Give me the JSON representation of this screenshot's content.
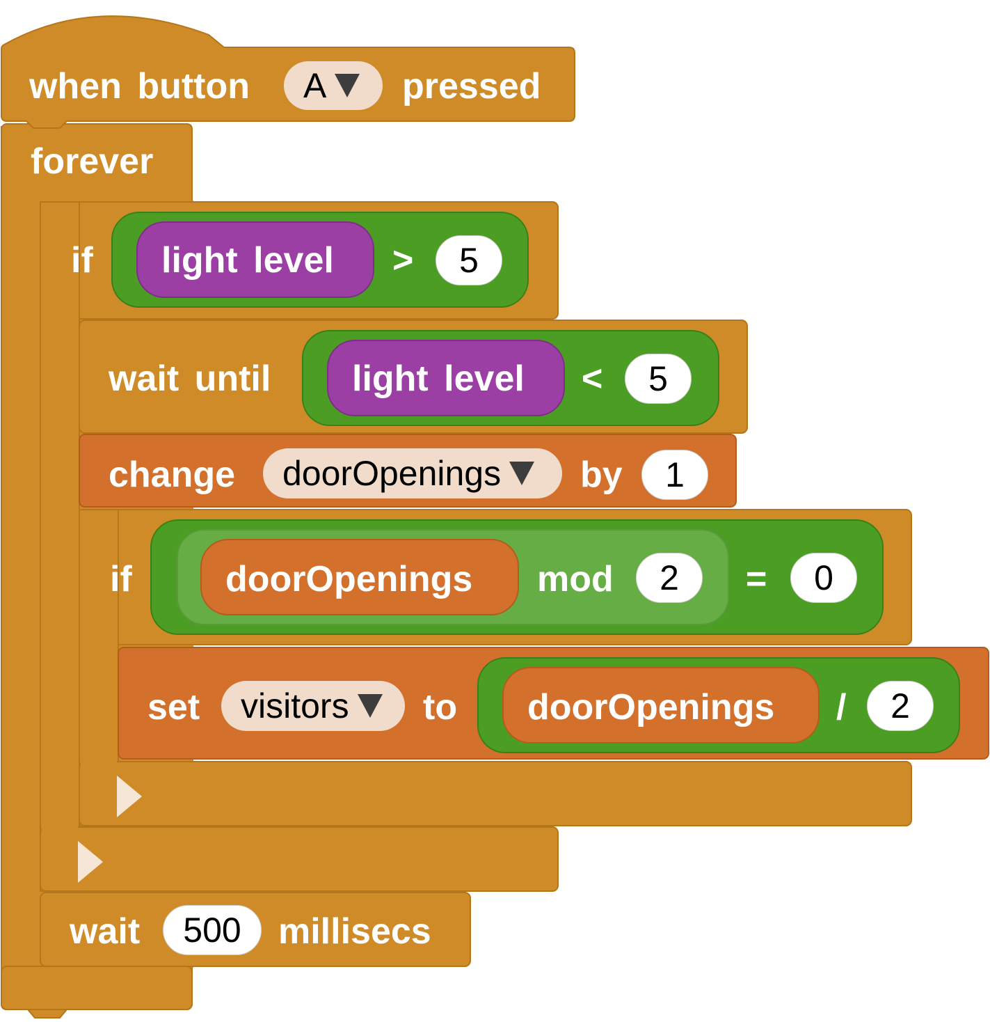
{
  "colors": {
    "control": "#cf8b28",
    "variable_block": "#d3702b",
    "logic": "#4c9d23",
    "sensor": "#9b3fa4",
    "dropdown_bg": "#f1dccc"
  },
  "hat": {
    "prefix": "when  button",
    "button_value": "A",
    "suffix": "pressed"
  },
  "forever": {
    "label": "forever"
  },
  "if1": {
    "label": "if",
    "sensor": "light  level",
    "operator": ">",
    "value": "5"
  },
  "wait_until": {
    "label": "wait  until",
    "sensor": "light  level",
    "operator": "<",
    "value": "5"
  },
  "change": {
    "label": "change",
    "variable": "doorOpenings",
    "by_label": "by",
    "value": "1"
  },
  "if2": {
    "label": "if",
    "variable": "doorOpenings",
    "mod_label": "mod",
    "mod_value": "2",
    "operator": "=",
    "value": "0"
  },
  "set": {
    "label": "set",
    "variable": "visitors",
    "to_label": "to",
    "operand": "doorOpenings",
    "operator": "/",
    "value": "2"
  },
  "wait": {
    "label": "wait",
    "value": "500",
    "unit": "millisecs"
  },
  "icons": [
    "dropdown-arrow-icon",
    "collapse-arrow-icon"
  ]
}
